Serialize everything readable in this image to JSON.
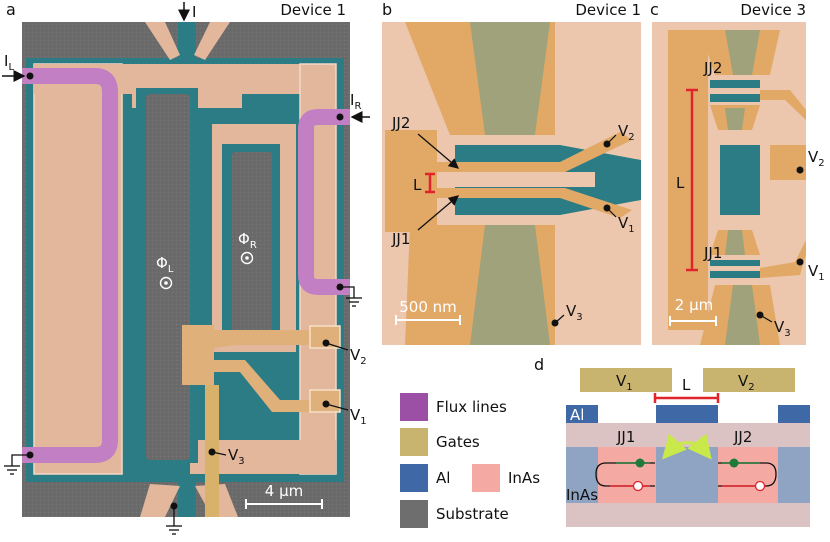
{
  "panels": {
    "a": {
      "letter": "a",
      "title": "Device 1",
      "current_top": "I",
      "current_left": "I",
      "current_left_sub": "L",
      "current_right": "I",
      "current_right_sub": "R",
      "flux_left": "Φ",
      "flux_left_sub": "L",
      "flux_right": "Φ",
      "flux_right_sub": "R",
      "gate_v2": "V",
      "gate_v2_sub": "2",
      "gate_v1": "V",
      "gate_v1_sub": "1",
      "gate_v3": "V",
      "gate_v3_sub": "3",
      "scalebar": "4 μm"
    },
    "b": {
      "letter": "b",
      "title": "Device 1",
      "jj2": "JJ2",
      "jj1": "JJ1",
      "length": "L",
      "gate_v2": "V",
      "gate_v2_sub": "2",
      "gate_v1": "V",
      "gate_v1_sub": "1",
      "gate_v3": "V",
      "gate_v3_sub": "3",
      "scalebar": "500 nm"
    },
    "c": {
      "letter": "c",
      "title": "Device 3",
      "jj2": "JJ2",
      "jj1": "JJ1",
      "length": "L",
      "gate_v2": "V",
      "gate_v2_sub": "2",
      "gate_v1": "V",
      "gate_v1_sub": "1",
      "gate_v3": "V",
      "gate_v3_sub": "3",
      "scalebar": "2 μm"
    },
    "d": {
      "letter": "d",
      "gate1": "V",
      "gate1_sub": "1",
      "gate2": "V",
      "gate2_sub": "2",
      "length": "L",
      "al": "Al",
      "inas": "InAs",
      "jj1": "JJ1",
      "jj2": "JJ2"
    }
  },
  "legend": [
    {
      "label": "Flux lines",
      "color": "#9b4fa5"
    },
    {
      "label": "Gates",
      "color": "#c8b46e"
    },
    {
      "label": "Al",
      "color": "#3f69a6"
    },
    {
      "label": "InAs",
      "color": "#f4aaa3"
    },
    {
      "label": "Substrate",
      "color": "#6e6e6e"
    }
  ],
  "colors": {
    "substrate": "#6e6e6e",
    "aluminium": "#2c7c86",
    "gate": "#e2b27a",
    "flux": "#c27fc4",
    "film": "#e3b79c",
    "scalebar_red": "#e0242b",
    "coupling_arrow": "#c9e84a",
    "electron": "#1f7a3a"
  }
}
